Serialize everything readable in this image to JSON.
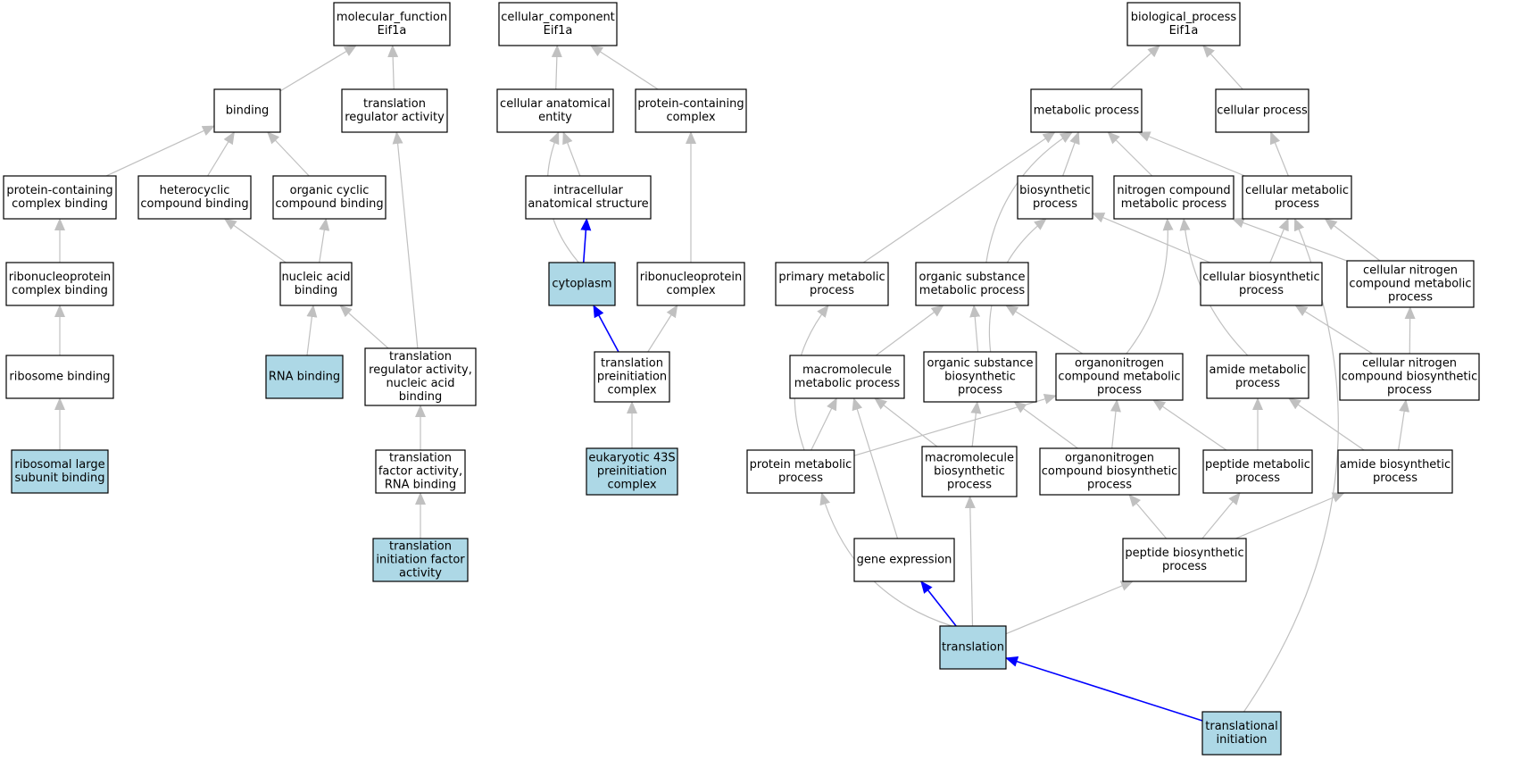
{
  "colors": {
    "node_fill": "#ffffff",
    "highlight_fill": "#add8e6",
    "edge_gray": "#c0c0c0",
    "edge_blue": "#0000ff",
    "node_border": "#000000"
  },
  "nodes": [
    {
      "id": "mf",
      "lines": [
        "molecular_function",
        "Eif1a"
      ],
      "highlight": false
    },
    {
      "id": "binding",
      "lines": [
        "binding"
      ],
      "highlight": false
    },
    {
      "id": "tra",
      "lines": [
        "translation",
        "regulator activity"
      ],
      "highlight": false
    },
    {
      "id": "pccb",
      "lines": [
        "protein-containing",
        "complex binding"
      ],
      "highlight": false
    },
    {
      "id": "hetcb",
      "lines": [
        "heterocyclic",
        "compound binding"
      ],
      "highlight": false
    },
    {
      "id": "orgcb",
      "lines": [
        "organic cyclic",
        "compound binding"
      ],
      "highlight": false
    },
    {
      "id": "rnpcb",
      "lines": [
        "ribonucleoprotein",
        "complex binding"
      ],
      "highlight": false
    },
    {
      "id": "nab",
      "lines": [
        "nucleic acid",
        "binding"
      ],
      "highlight": false
    },
    {
      "id": "ribob",
      "lines": [
        "ribosome binding"
      ],
      "highlight": false
    },
    {
      "id": "rnab",
      "lines": [
        "RNA binding"
      ],
      "highlight": true
    },
    {
      "id": "tranab",
      "lines": [
        "translation",
        "regulator activity,",
        "nucleic acid",
        "binding"
      ],
      "highlight": false
    },
    {
      "id": "rlsb",
      "lines": [
        "ribosomal large",
        "subunit binding"
      ],
      "highlight": true
    },
    {
      "id": "tfarb",
      "lines": [
        "translation",
        "factor activity,",
        "RNA binding"
      ],
      "highlight": false
    },
    {
      "id": "tifa",
      "lines": [
        "translation",
        "initiation factor",
        "activity"
      ],
      "highlight": true
    },
    {
      "id": "cc",
      "lines": [
        "cellular_component",
        "Eif1a"
      ],
      "highlight": false
    },
    {
      "id": "cae",
      "lines": [
        "cellular anatomical",
        "entity"
      ],
      "highlight": false
    },
    {
      "id": "pcc",
      "lines": [
        "protein-containing",
        "complex"
      ],
      "highlight": false
    },
    {
      "id": "ias",
      "lines": [
        "intracellular",
        "anatomical structure"
      ],
      "highlight": false
    },
    {
      "id": "cyto",
      "lines": [
        "cytoplasm"
      ],
      "highlight": true
    },
    {
      "id": "rnpc",
      "lines": [
        "ribonucleoprotein",
        "complex"
      ],
      "highlight": false
    },
    {
      "id": "tpic",
      "lines": [
        "translation",
        "preinitiation",
        "complex"
      ],
      "highlight": false
    },
    {
      "id": "e43s",
      "lines": [
        "eukaryotic 43S",
        "preinitiation",
        "complex"
      ],
      "highlight": true
    },
    {
      "id": "bp",
      "lines": [
        "biological_process",
        "Eif1a"
      ],
      "highlight": false
    },
    {
      "id": "metp",
      "lines": [
        "metabolic process"
      ],
      "highlight": false
    },
    {
      "id": "cellp",
      "lines": [
        "cellular process"
      ],
      "highlight": false
    },
    {
      "id": "biosp",
      "lines": [
        "biosynthetic",
        "process"
      ],
      "highlight": false
    },
    {
      "id": "ncmp",
      "lines": [
        "nitrogen compound",
        "metabolic process"
      ],
      "highlight": false
    },
    {
      "id": "cmp",
      "lines": [
        "cellular metabolic",
        "process"
      ],
      "highlight": false
    },
    {
      "id": "pmp",
      "lines": [
        "primary metabolic",
        "process"
      ],
      "highlight": false
    },
    {
      "id": "osmp",
      "lines": [
        "organic substance",
        "metabolic process"
      ],
      "highlight": false
    },
    {
      "id": "cbp",
      "lines": [
        "cellular biosynthetic",
        "process"
      ],
      "highlight": false
    },
    {
      "id": "cncmp",
      "lines": [
        "cellular nitrogen",
        "compound metabolic",
        "process"
      ],
      "highlight": false
    },
    {
      "id": "mmp",
      "lines": [
        "macromolecule",
        "metabolic process"
      ],
      "highlight": false
    },
    {
      "id": "osbp",
      "lines": [
        "organic substance",
        "biosynthetic",
        "process"
      ],
      "highlight": false
    },
    {
      "id": "oncmp",
      "lines": [
        "organonitrogen",
        "compound metabolic",
        "process"
      ],
      "highlight": false
    },
    {
      "id": "amp",
      "lines": [
        "amide metabolic",
        "process"
      ],
      "highlight": false
    },
    {
      "id": "cncbp",
      "lines": [
        "cellular nitrogen",
        "compound biosynthetic",
        "process"
      ],
      "highlight": false
    },
    {
      "id": "protmp",
      "lines": [
        "protein metabolic",
        "process"
      ],
      "highlight": false
    },
    {
      "id": "mbp",
      "lines": [
        "macromolecule",
        "biosynthetic",
        "process"
      ],
      "highlight": false
    },
    {
      "id": "oncbp",
      "lines": [
        "organonitrogen",
        "compound biosynthetic",
        "process"
      ],
      "highlight": false
    },
    {
      "id": "pepmp",
      "lines": [
        "peptide metabolic",
        "process"
      ],
      "highlight": false
    },
    {
      "id": "abp",
      "lines": [
        "amide biosynthetic",
        "process"
      ],
      "highlight": false
    },
    {
      "id": "ge",
      "lines": [
        "gene expression"
      ],
      "highlight": false
    },
    {
      "id": "pbp",
      "lines": [
        "peptide biosynthetic",
        "process"
      ],
      "highlight": false
    },
    {
      "id": "transl",
      "lines": [
        "translation"
      ],
      "highlight": true
    },
    {
      "id": "ti",
      "lines": [
        "translational",
        "initiation"
      ],
      "highlight": true
    }
  ],
  "edges": [
    {
      "from": "binding",
      "to": "mf",
      "color": "gray"
    },
    {
      "from": "tra",
      "to": "mf",
      "color": "gray"
    },
    {
      "from": "pccb",
      "to": "binding",
      "color": "gray"
    },
    {
      "from": "hetcb",
      "to": "binding",
      "color": "gray"
    },
    {
      "from": "orgcb",
      "to": "binding",
      "color": "gray"
    },
    {
      "from": "rnpcb",
      "to": "pccb",
      "color": "gray"
    },
    {
      "from": "nab",
      "to": "hetcb",
      "color": "gray"
    },
    {
      "from": "nab",
      "to": "orgcb",
      "color": "gray"
    },
    {
      "from": "ribob",
      "to": "rnpcb",
      "color": "gray"
    },
    {
      "from": "rnab",
      "to": "nab",
      "color": "gray"
    },
    {
      "from": "tranab",
      "to": "nab",
      "color": "gray"
    },
    {
      "from": "tranab",
      "to": "tra",
      "color": "gray"
    },
    {
      "from": "rlsb",
      "to": "ribob",
      "color": "gray"
    },
    {
      "from": "tfarb",
      "to": "tranab",
      "color": "gray"
    },
    {
      "from": "tifa",
      "to": "tfarb",
      "color": "gray"
    },
    {
      "from": "cae",
      "to": "cc",
      "color": "gray"
    },
    {
      "from": "pcc",
      "to": "cc",
      "color": "gray"
    },
    {
      "from": "ias",
      "to": "cae",
      "color": "gray"
    },
    {
      "from": "cyto",
      "to": "cae",
      "color": "gray",
      "bend": -45
    },
    {
      "from": "cyto",
      "to": "ias",
      "color": "blue"
    },
    {
      "from": "rnpc",
      "to": "pcc",
      "color": "gray"
    },
    {
      "from": "tpic",
      "to": "cyto",
      "color": "blue"
    },
    {
      "from": "tpic",
      "to": "rnpc",
      "color": "gray"
    },
    {
      "from": "e43s",
      "to": "tpic",
      "color": "gray"
    },
    {
      "from": "metp",
      "to": "bp",
      "color": "gray"
    },
    {
      "from": "cellp",
      "to": "bp",
      "color": "gray"
    },
    {
      "from": "biosp",
      "to": "metp",
      "color": "gray"
    },
    {
      "from": "ncmp",
      "to": "metp",
      "color": "gray"
    },
    {
      "from": "cmp",
      "to": "metp",
      "color": "gray"
    },
    {
      "from": "cmp",
      "to": "cellp",
      "color": "gray"
    },
    {
      "from": "pmp",
      "to": "metp",
      "color": "gray"
    },
    {
      "from": "osmp",
      "to": "metp",
      "color": "gray",
      "bend": -40
    },
    {
      "from": "cbp",
      "to": "biosp",
      "color": "gray"
    },
    {
      "from": "cbp",
      "to": "cmp",
      "color": "gray"
    },
    {
      "from": "cncmp",
      "to": "ncmp",
      "color": "gray"
    },
    {
      "from": "cncmp",
      "to": "cmp",
      "color": "gray"
    },
    {
      "from": "mmp",
      "to": "osmp",
      "color": "gray"
    },
    {
      "from": "osbp",
      "to": "osmp",
      "color": "gray"
    },
    {
      "from": "osbp",
      "to": "biosp",
      "color": "gray",
      "bend": -45
    },
    {
      "from": "oncmp",
      "to": "osmp",
      "color": "gray"
    },
    {
      "from": "oncmp",
      "to": "ncmp",
      "color": "gray",
      "bend": 30
    },
    {
      "from": "amp",
      "to": "ncmp",
      "color": "gray",
      "bend": -30
    },
    {
      "from": "cncbp",
      "to": "cbp",
      "color": "gray"
    },
    {
      "from": "cncbp",
      "to": "cncmp",
      "color": "gray"
    },
    {
      "from": "protmp",
      "to": "mmp",
      "color": "gray"
    },
    {
      "from": "protmp",
      "to": "pmp",
      "color": "gray",
      "bend": -45
    },
    {
      "from": "protmp",
      "to": "oncmp",
      "color": "gray"
    },
    {
      "from": "mbp",
      "to": "mmp",
      "color": "gray"
    },
    {
      "from": "mbp",
      "to": "osbp",
      "color": "gray"
    },
    {
      "from": "oncbp",
      "to": "osbp",
      "color": "gray"
    },
    {
      "from": "oncbp",
      "to": "oncmp",
      "color": "gray"
    },
    {
      "from": "pepmp",
      "to": "oncmp",
      "color": "gray"
    },
    {
      "from": "pepmp",
      "to": "amp",
      "color": "gray"
    },
    {
      "from": "abp",
      "to": "amp",
      "color": "gray"
    },
    {
      "from": "abp",
      "to": "cncbp",
      "color": "gray"
    },
    {
      "from": "ge",
      "to": "mmp",
      "color": "gray"
    },
    {
      "from": "pbp",
      "to": "oncbp",
      "color": "gray"
    },
    {
      "from": "pbp",
      "to": "pepmp",
      "color": "gray"
    },
    {
      "from": "pbp",
      "to": "abp",
      "color": "gray"
    },
    {
      "from": "transl",
      "to": "ge",
      "color": "blue"
    },
    {
      "from": "transl",
      "to": "protmp",
      "color": "gray",
      "bend": -55
    },
    {
      "from": "transl",
      "to": "mbp",
      "color": "gray"
    },
    {
      "from": "transl",
      "to": "pbp",
      "color": "gray"
    },
    {
      "from": "ti",
      "to": "transl",
      "color": "blue"
    },
    {
      "from": "ti",
      "to": "cmp",
      "color": "gray",
      "bend": 150
    }
  ]
}
